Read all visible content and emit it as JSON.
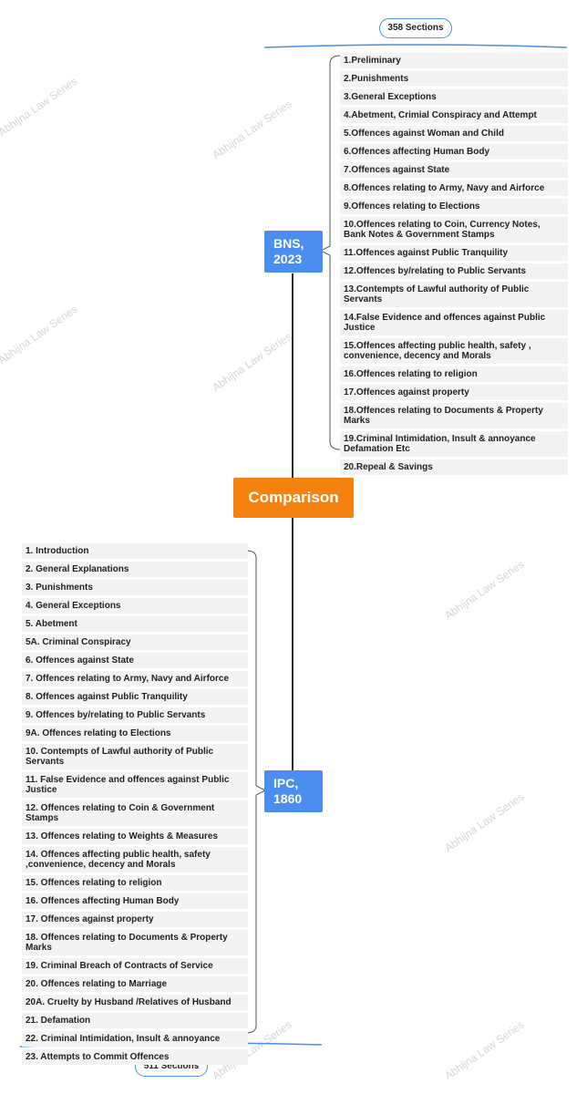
{
  "center": {
    "label": "Comparison"
  },
  "bns": {
    "label": "BNS, 2023",
    "sections_label": "358 Sections",
    "items": [
      "1.Preliminary",
      "2.Punishments",
      "3.General Exceptions",
      "4.Abetment, Crimial Conspiracy and Attempt",
      "5.Offences against Woman and Child",
      "6.Offences affecting Human Body",
      "7.Offences against State",
      "8.Offences relating to Army, Navy and Airforce",
      "9.Offences relating to Elections",
      "10.Offences relating to Coin, Currency Notes, Bank Notes & Government Stamps",
      "11.Offences  against Public Tranquility",
      "12.Offences by/relating to Public Servants",
      "13.Contempts of Lawful authority of Public Servants",
      "14.False Evidence and offences against Public Justice",
      "15.Offences affecting public health, safety , convenience, decency and Morals",
      "16.Offences relating to religion",
      "17.Offences against property",
      "18.Offences relating to Documents & Property Marks",
      "19.Criminal Intimidation, Insult & annoyance Defamation Etc",
      "20.Repeal & Savings"
    ]
  },
  "ipc": {
    "label": "IPC, 1860",
    "sections_label": "511 Sections",
    "items": [
      "1. Introduction",
      "2. General Explanations",
      "3. Punishments",
      "4. General Exceptions",
      "5. Abetment",
      "5A. Criminal Conspiracy",
      "6. Offences against State",
      "7. Offences relating to Army, Navy and Airforce",
      "8. Offences  against Public Tranquility",
      "9. Offences by/relating to Public Servants",
      "9A. Offences relating to Elections",
      "10. Contempts of Lawful authority of Public Servants",
      "11. False Evidence and offences against Public Justice",
      "12. Offences relating to Coin & Government Stamps",
      "13. Offences relating to Weights & Measures",
      "14. Offences affecting public health, safety ,convenience, decency and Morals",
      "15. Offences relating to religion",
      "16. Offences affecting Human Body",
      "17. Offences against property",
      "18. Offences relating to Documents & Property Marks",
      "19. Criminal Breach of Contracts of Service",
      "20. Offences relating to Marriage",
      "20A. Cruelty by Husband /Relatives of Husband",
      "21. Defamation",
      "22. Criminal Intimidation, Insult & annoyance",
      "23. Attempts to Commit Offences"
    ]
  },
  "watermark": "Abhijna Law Series",
  "colors": {
    "node": "#4a8ef0",
    "center": "#f5820f",
    "item_bg": "#f3f3f3"
  }
}
